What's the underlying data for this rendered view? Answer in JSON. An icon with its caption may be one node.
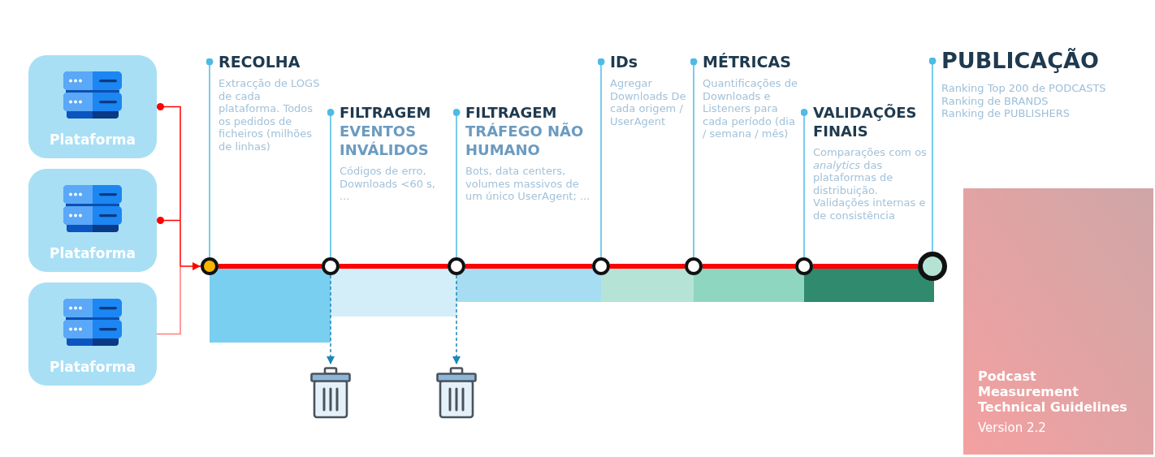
{
  "diagram": {
    "nodes": [
      {
        "text": [
          "Plataforma"
        ]
      },
      {
        "text": [
          "Plataforma"
        ]
      },
      {
        "text": [
          "Plataforma"
        ]
      },
      {
        "text": [
          "RECOLHA",
          "Extracção de LOGS de cada plataforma. Todos os pedidos de ficheiros (milhões de linhas)"
        ]
      },
      {
        "text": [
          "FILTRAGEM",
          "EVENTOS INVÁLIDOS",
          "Códigos de erro, Downloads <60 s, ..."
        ]
      },
      {
        "text": [
          "FILTRAGEM",
          "TRÁFEGO NÃO HUMANO",
          "Bots, data centers, volumes massivos de um único UserAgent; ..."
        ]
      },
      {
        "text": [
          "IDs",
          "Agregar Downloads De cada origem / UserAgent"
        ]
      },
      {
        "text": [
          "MÉTRICAS",
          "Quantificações de Downloads e Listeners para cada período (dia / semana / mês)"
        ]
      },
      {
        "text": [
          "VALIDAÇÕES FINAIS",
          "Comparações com os *analytics* das plataformas de distribuição. Validações internas e de consistência"
        ]
      },
      {
        "text": [
          "PUBLICAÇÃO",
          "Ranking Top 200 de PODCASTS",
          "Ranking de BRANDS",
          "Ranking de PUBLISHERS"
        ]
      },
      {
        "text": [],
        "shape": "circle"
      },
      {
        "text": [],
        "shape": "circle"
      },
      {
        "text": [],
        "shape": "circle"
      },
      {
        "text": [],
        "shape": "circle"
      },
      {
        "text": [],
        "shape": "circle"
      },
      {
        "text": [],
        "shape": "circle"
      },
      {
        "text": [],
        "shape": "circle"
      },
      {
        "text": [],
        "shape": "bar"
      },
      {
        "text": [],
        "shape": "bar"
      },
      {
        "text": [],
        "shape": "bar"
      },
      {
        "text": [],
        "shape": "bar"
      },
      {
        "text": [],
        "shape": "bar"
      },
      {
        "text": [],
        "shape": "bar"
      },
      {
        "text": [],
        "shape": "picture"
      },
      {
        "text": [],
        "shape": "picture"
      },
      {
        "text": [
          "Podcast Measurement Technical Guidelines",
          "Version 2.2"
        ]
      }
    ],
    "edges": [
      {
        "from": 0,
        "to": 10,
        "arrow": "to",
        "color": "#ff0000"
      },
      {
        "from": 1,
        "to": 10,
        "arrow": "to",
        "color": "#ff0000"
      },
      {
        "from": 2,
        "to": 10,
        "arrow": "to",
        "color": "#ff7b7b"
      },
      {
        "from": 10,
        "to": 11,
        "arrow": "none",
        "style": "thick",
        "color": "#ff0000"
      },
      {
        "from": 11,
        "to": 12,
        "arrow": "none",
        "style": "thick",
        "color": "#ff0000"
      },
      {
        "from": 12,
        "to": 13,
        "arrow": "none",
        "style": "thick",
        "color": "#ff0000"
      },
      {
        "from": 13,
        "to": 14,
        "arrow": "none",
        "style": "thick",
        "color": "#ff0000"
      },
      {
        "from": 14,
        "to": 15,
        "arrow": "none",
        "style": "thick",
        "color": "#ff0000"
      },
      {
        "from": 15,
        "to": 16,
        "arrow": "none",
        "style": "thick",
        "color": "#ff0000"
      },
      {
        "from": 3,
        "to": 10,
        "arrow": "other",
        "color": "#4dbbe6"
      },
      {
        "from": 4,
        "to": 11,
        "arrow": "other",
        "color": "#4dbbe6"
      },
      {
        "from": 5,
        "to": 12,
        "arrow": "other",
        "color": "#4dbbe6"
      },
      {
        "from": 6,
        "to": 13,
        "arrow": "other",
        "color": "#4dbbe6"
      },
      {
        "from": 7,
        "to": 14,
        "arrow": "other",
        "color": "#4dbbe6"
      },
      {
        "from": 8,
        "to": 15,
        "arrow": "other",
        "color": "#4dbbe6"
      },
      {
        "from": 9,
        "to": 16,
        "arrow": "other",
        "color": "#4dbbe6"
      },
      {
        "from": 11,
        "to": 23,
        "arrow": "to",
        "style": "dashed",
        "color": "#1c86b8"
      },
      {
        "from": 12,
        "to": 24,
        "arrow": "to",
        "style": "dashed",
        "color": "#1c86b8"
      }
    ]
  }
}
